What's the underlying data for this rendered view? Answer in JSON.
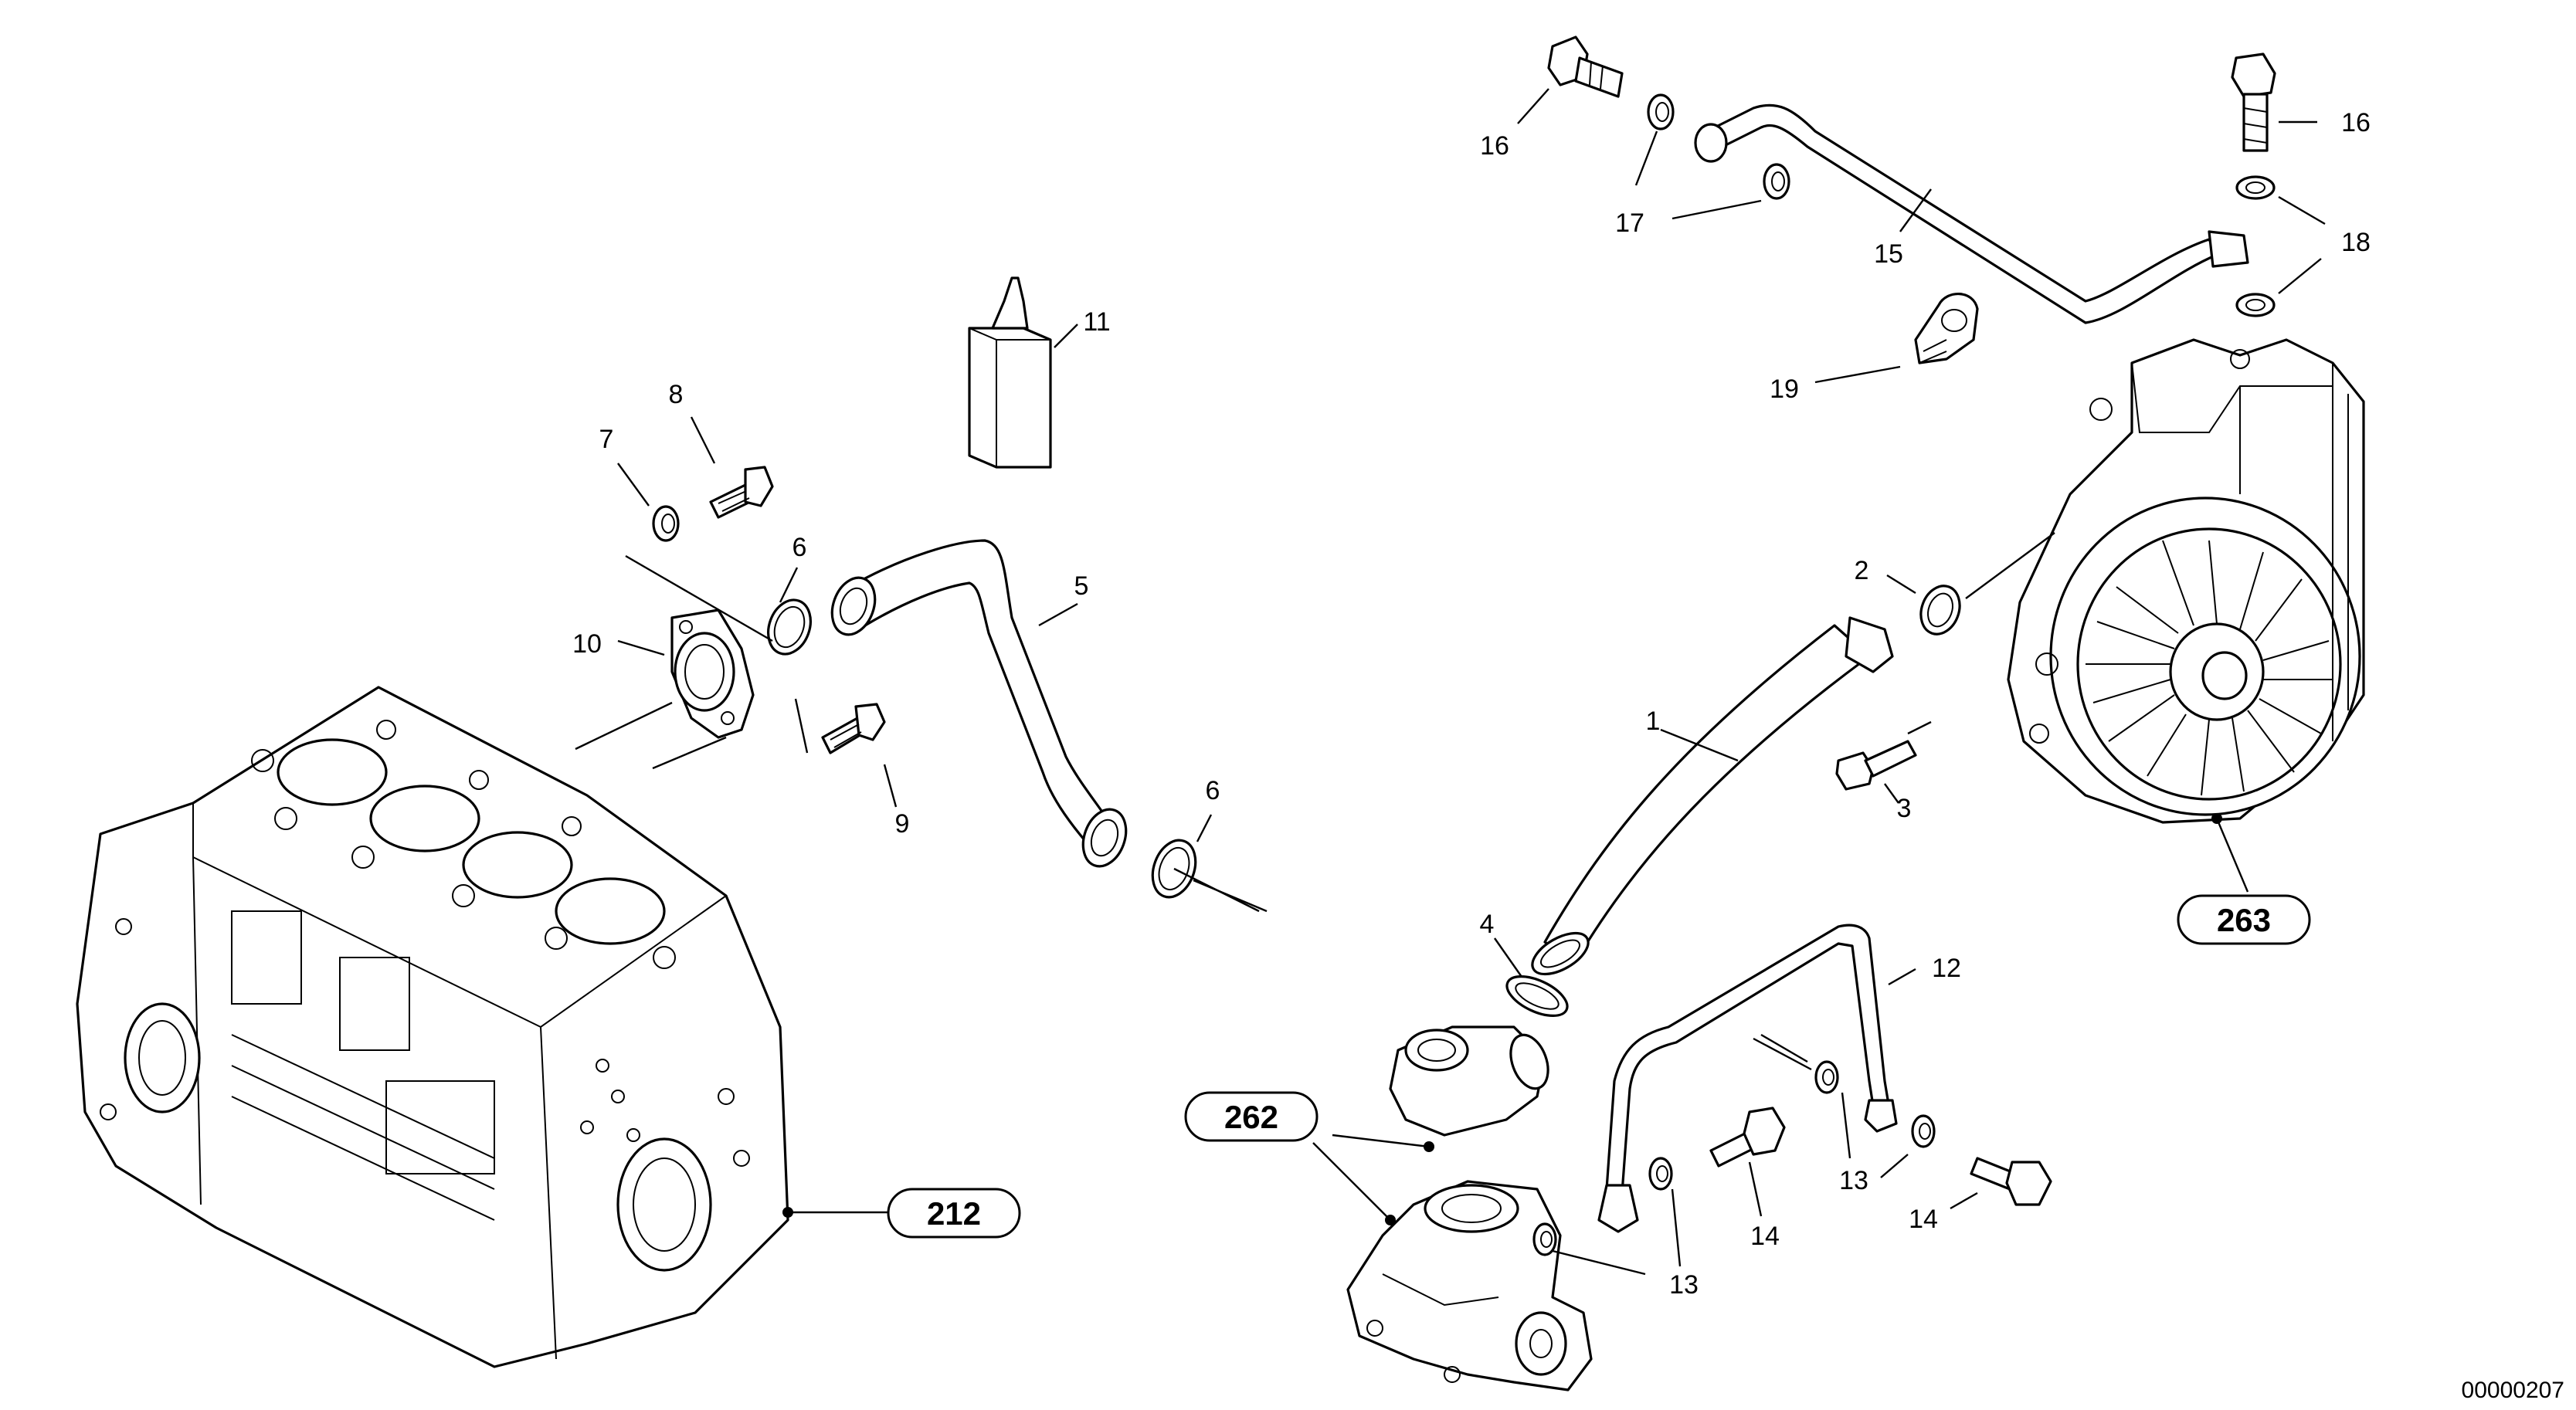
{
  "callouts": [
    {
      "id": "c1",
      "label": "1"
    },
    {
      "id": "c2",
      "label": "2"
    },
    {
      "id": "c3",
      "label": "3"
    },
    {
      "id": "c4",
      "label": "4"
    },
    {
      "id": "c5",
      "label": "5"
    },
    {
      "id": "c6a",
      "label": "6"
    },
    {
      "id": "c6b",
      "label": "6"
    },
    {
      "id": "c7",
      "label": "7"
    },
    {
      "id": "c8",
      "label": "8"
    },
    {
      "id": "c9",
      "label": "9"
    },
    {
      "id": "c10",
      "label": "10"
    },
    {
      "id": "c11",
      "label": "11"
    },
    {
      "id": "c12",
      "label": "12"
    },
    {
      "id": "c13a",
      "label": "13"
    },
    {
      "id": "c13b",
      "label": "13"
    },
    {
      "id": "c14a",
      "label": "14"
    },
    {
      "id": "c14b",
      "label": "14"
    },
    {
      "id": "c15",
      "label": "15"
    },
    {
      "id": "c16a",
      "label": "16"
    },
    {
      "id": "c16b",
      "label": "16"
    },
    {
      "id": "c17",
      "label": "17"
    },
    {
      "id": "c18",
      "label": "18"
    },
    {
      "id": "c19",
      "label": "19"
    }
  ],
  "references": [
    {
      "id": "r212",
      "label": "212"
    },
    {
      "id": "r262",
      "label": "262"
    },
    {
      "id": "r263",
      "label": "263"
    }
  ],
  "document_id": "00000207"
}
